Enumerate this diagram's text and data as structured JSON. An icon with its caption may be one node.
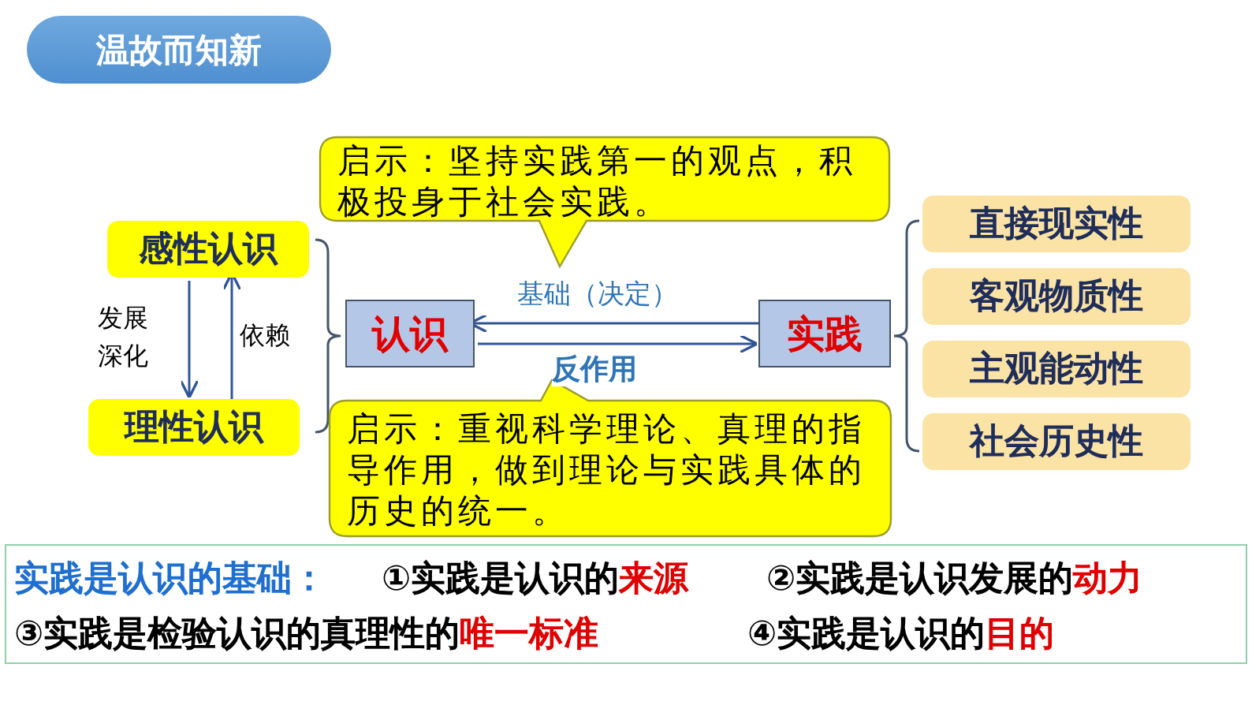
{
  "diagram": {
    "title": "温故而知新",
    "nodes": [
      {
        "text": [
          "感性认识"
        ]
      },
      {
        "text": [
          "理性认识"
        ]
      },
      {
        "text": [
          "认识"
        ]
      },
      {
        "text": [
          "实践"
        ]
      },
      {
        "text": [
          "启示：坚持实践第一的观点，积极投身于社会实践。"
        ]
      },
      {
        "text": [
          "启示：重视科学理论、真理的指导作用，做到理论与实践具体的历史的统一。"
        ]
      },
      {
        "text": [
          "直接现实性"
        ]
      },
      {
        "text": [
          "客观物质性"
        ]
      },
      {
        "text": [
          "主观能动性"
        ]
      },
      {
        "text": [
          "社会历史性"
        ]
      },
      {
        "text": [
          "实践是认识的基础：",
          "①实践是认识的**来源**",
          "②实践是认识发展的**动力**",
          "③实践是检验认识的真理性的**唯一标准**",
          "④实践是认识的**目的**"
        ]
      }
    ],
    "edges": [
      {
        "from": 0,
        "to": 1,
        "arrow": "to",
        "label": "发展深化"
      },
      {
        "from": 1,
        "to": 0,
        "arrow": "to",
        "label": "依赖"
      },
      {
        "from": 3,
        "to": 2,
        "arrow": "to",
        "label": "基础（决定）"
      },
      {
        "from": 2,
        "to": 3,
        "arrow": "to",
        "label": "反作用"
      }
    ]
  }
}
